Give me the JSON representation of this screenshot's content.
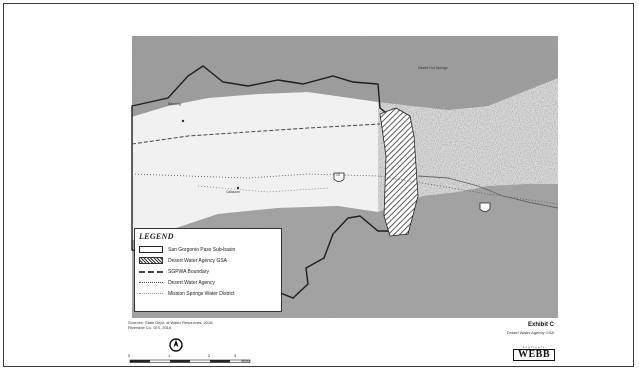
{
  "map": {
    "place_labels": [
      "Banning",
      "Cabazon",
      "Desert Hot Springs"
    ],
    "highway_shield": "10"
  },
  "legend": {
    "title": "LEGEND",
    "items": [
      {
        "label": "San Gorgonio Pass Sub-basin",
        "style": "solid-outline"
      },
      {
        "label": "Desert Water Agency GSA",
        "style": "hatched"
      },
      {
        "label": "SGPWA Boundary",
        "style": "dashed"
      },
      {
        "label": "Desert Water Agency",
        "style": "dotted"
      },
      {
        "label": "Mission Springs Water District",
        "style": "dotted-light"
      }
    ]
  },
  "sources": {
    "line1": "Sources: State Dept. of Water Resources, 2016;",
    "line2": "Riverside Co. GIS, 2016"
  },
  "exhibit": {
    "title": "Exhibit C",
    "subtitle": "Desert Water Agency GSA"
  },
  "logo": {
    "top": "engineers",
    "name": "WEBB"
  },
  "scale": {
    "ticks": [
      "0",
      "1",
      "2",
      "3"
    ],
    "unit": "Miles"
  },
  "colors": {
    "terrain_dark": "#6e6e6e",
    "terrain_light": "#c8c8c8",
    "valley": "#ececec",
    "hatch": "#333333"
  }
}
